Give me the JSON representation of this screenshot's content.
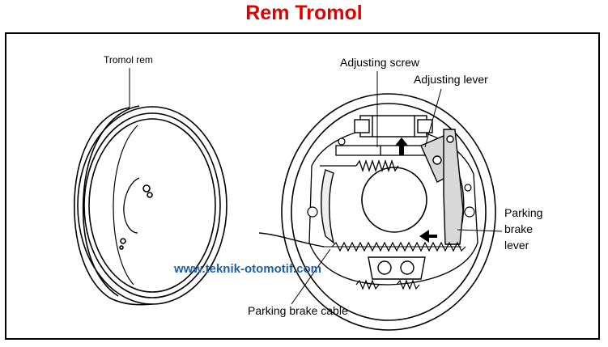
{
  "title": "Rem Tromol",
  "labels": {
    "drum": "Tromol rem",
    "adjusting_screw": "Adjusting screw",
    "adjusting_lever": "Adjusting lever",
    "parking_lever_1": "Parking",
    "parking_lever_2": "brake",
    "parking_lever_3": "lever",
    "parking_cable": "Parking brake cable"
  },
  "watermark": "www.teknik-otomotif.com",
  "colors": {
    "title": "#e00000",
    "watermark": "#1f5fa8"
  }
}
